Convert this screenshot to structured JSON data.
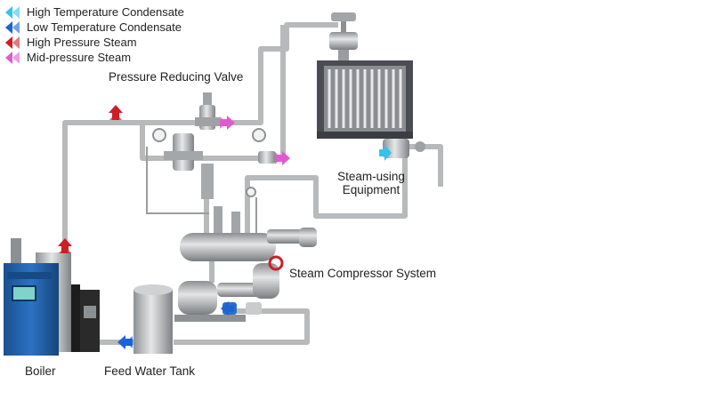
{
  "legend": [
    {
      "label": "High Temperature Condensate",
      "color": "#35c3ea",
      "icon": "double-arrow-left-icon"
    },
    {
      "label": "Low Temperature Condensate",
      "color": "#1d63d6",
      "icon": "double-arrow-left-icon"
    },
    {
      "label": "High Pressure Steam",
      "color": "#cc1f26",
      "icon": "double-arrow-left-icon"
    },
    {
      "label": "Mid-pressure Steam",
      "color": "#e05ad2",
      "icon": "double-arrow-left-icon"
    }
  ],
  "labels": {
    "pressure_reducing_valve": "Pressure Reducing Valve",
    "steam_using_equipment_line1": "Steam-using",
    "steam_using_equipment_line2": "Equipment",
    "steam_compressor_system": "Steam Compressor System",
    "boiler": "Boiler",
    "feed_water_tank": "Feed Water Tank"
  },
  "colors": {
    "pipe": "#b7b9bb",
    "boiler_blue": "#1f5fa8",
    "equipment_gray": "#9ea1a4",
    "heat_exchanger_dark": "#4a4d52"
  }
}
